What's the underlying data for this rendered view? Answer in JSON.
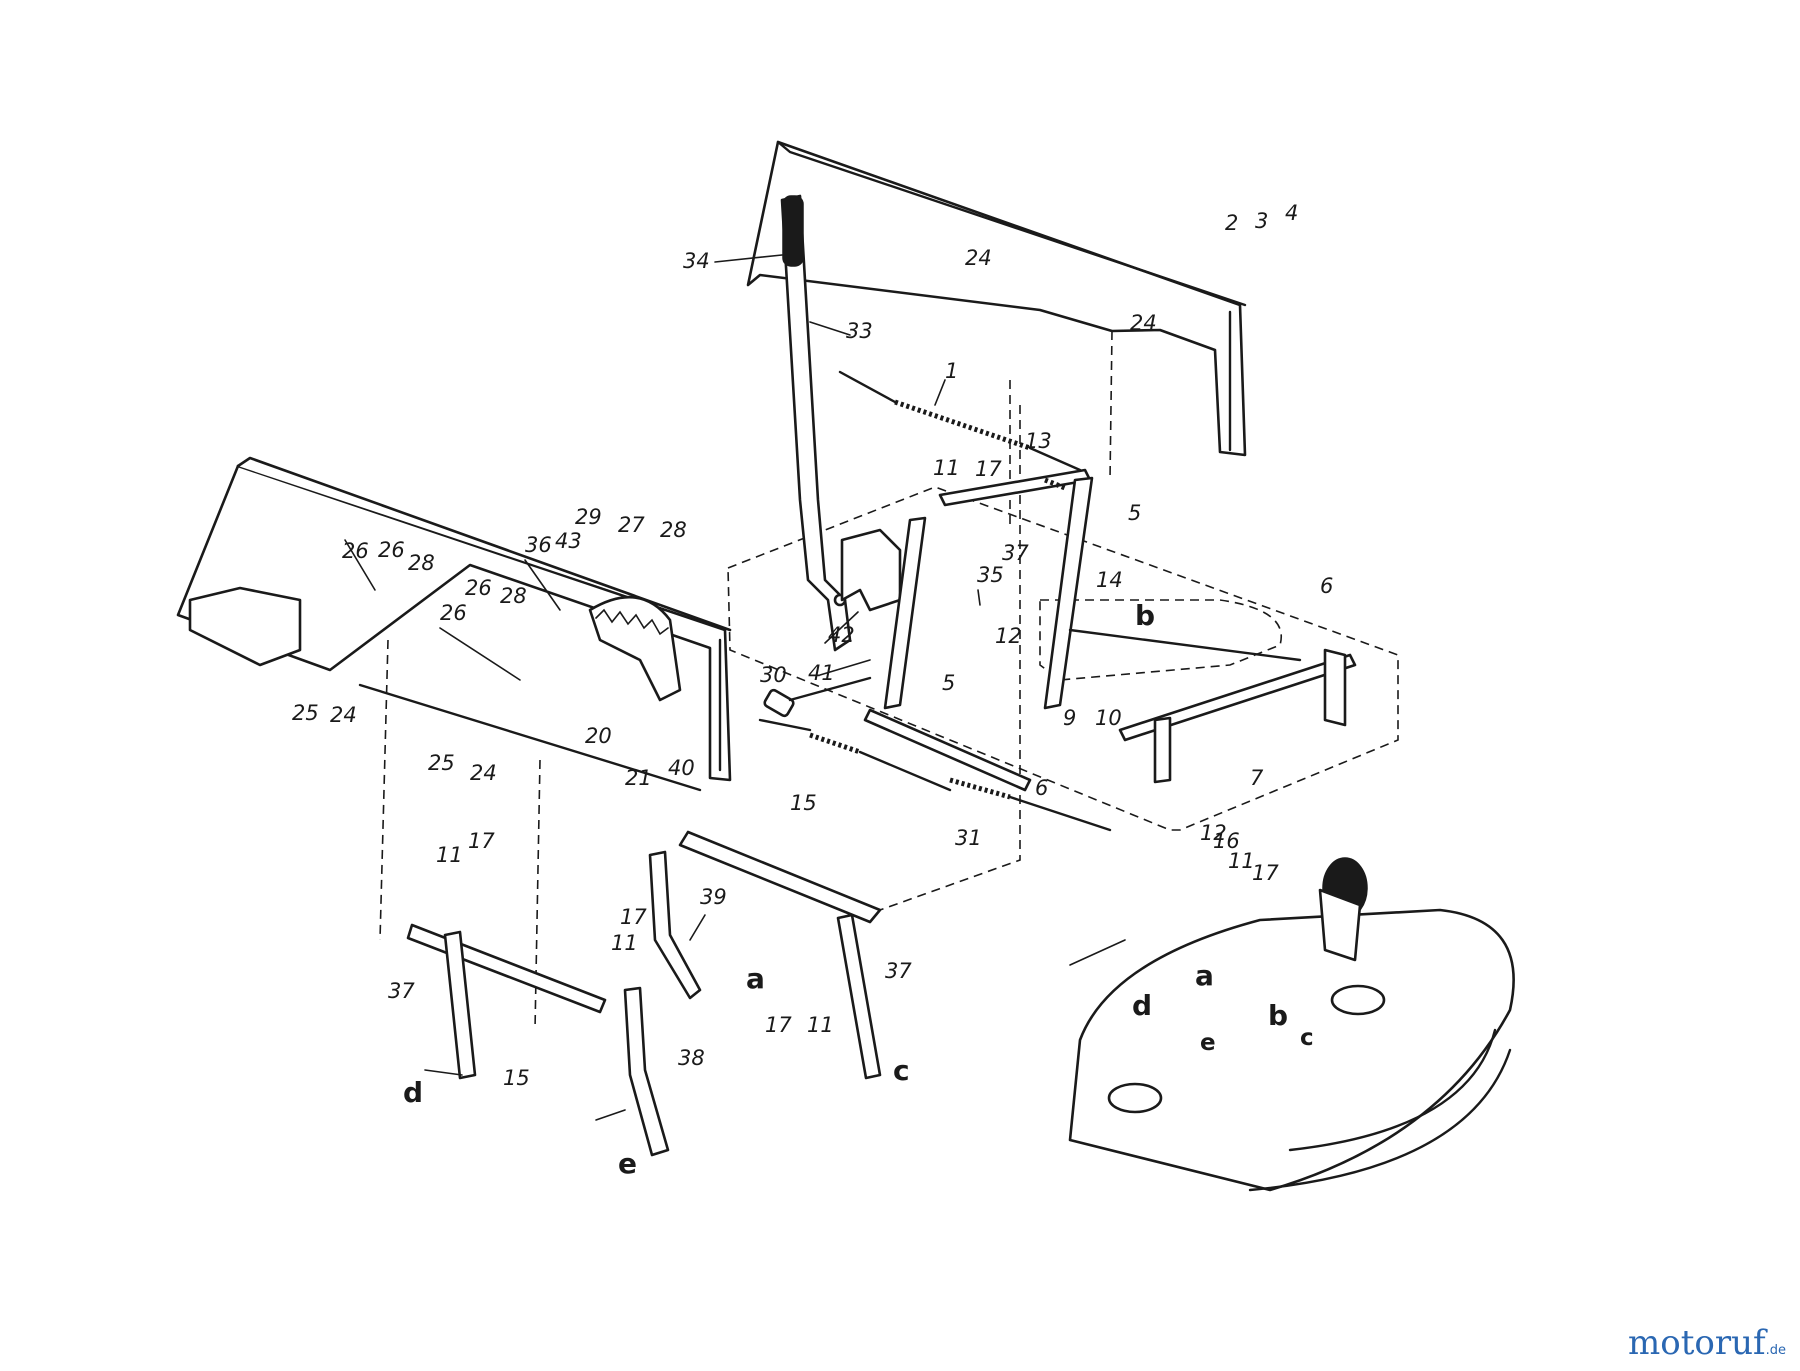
{
  "watermark": {
    "brand_a": "motoruf",
    "brand_b": "",
    "suffix": ".de",
    "color_a": "#2a67b2",
    "color_b": "#e07a1f"
  },
  "callouts": {
    "n1": "1",
    "n2": "2",
    "n3": "3",
    "n4": "4",
    "n5": "5",
    "n6": "6",
    "n7": "7",
    "n9": "9",
    "n10": "10",
    "n11": "11",
    "n12": "12",
    "n13": "13",
    "n14": "14",
    "n15": "15",
    "n16": "16",
    "n17": "17",
    "n20": "20",
    "n21": "21",
    "n24": "24",
    "n25": "25",
    "n26": "26",
    "n27": "27",
    "n28": "28",
    "n29": "29",
    "n30": "30",
    "n31": "31",
    "n33": "33",
    "n34": "34",
    "n35": "35",
    "n36": "36",
    "n37": "37",
    "n38": "38",
    "n39": "39",
    "n40": "40",
    "n41": "41",
    "n42": "42",
    "n43": "43"
  },
  "connectors": {
    "a": "a",
    "b": "b",
    "c": "c",
    "d": "d",
    "e": "e"
  }
}
